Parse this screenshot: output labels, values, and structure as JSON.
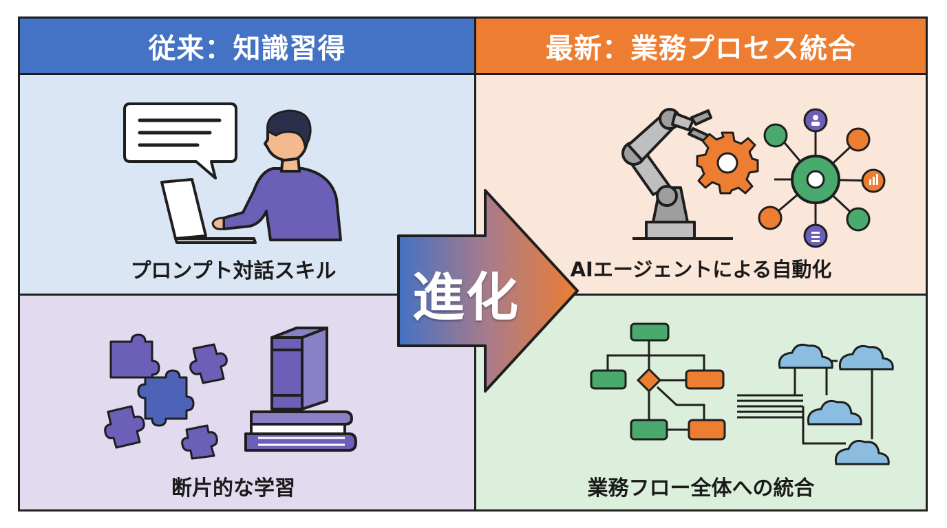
{
  "left": {
    "header": "従来：知識習得",
    "top_caption": "プロンプト対話スキル",
    "bottom_caption": "断片的な学習"
  },
  "right": {
    "header": "最新：業務プロセス統合",
    "top_caption": "AIエージェントによる自動化",
    "bottom_caption": "業務フロー全体への統合"
  },
  "center_arrow": {
    "label": "進化"
  },
  "colors": {
    "left_header": "#4472c4",
    "right_header": "#ed7d31",
    "left_top_bg": "#dae6f4",
    "left_bottom_bg": "#e2daee",
    "right_top_bg": "#fbe7da",
    "right_bottom_bg": "#dcefdc",
    "accent_purple": "#6b5fb7",
    "accent_green": "#4aa96c",
    "accent_orange": "#ed7d31"
  },
  "icons": {
    "left_top": [
      "speech-bubble-icon",
      "person-at-laptop-icon"
    ],
    "left_bottom": [
      "puzzle-pieces-icon",
      "book-stack-icon"
    ],
    "right_top": [
      "robot-arm-icon",
      "gear-icon",
      "network-hub-icon"
    ],
    "right_bottom": [
      "flowchart-icon",
      "cloud-network-icon"
    ]
  }
}
